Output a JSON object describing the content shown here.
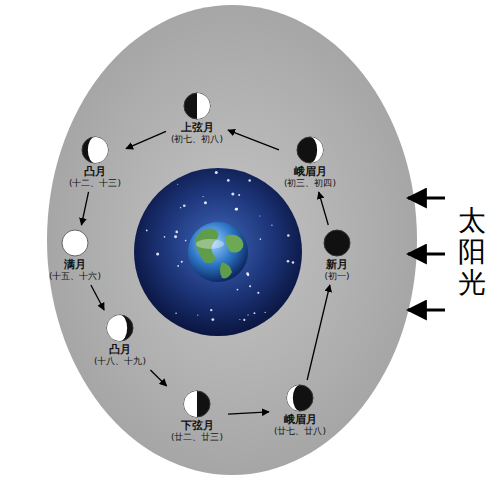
{
  "diagram": {
    "nodes": [
      {
        "text": [
          "新月",
          "(初一)"
        ]
      },
      {
        "text": [
          "峨眉月",
          "(初三、初四)"
        ]
      },
      {
        "text": [
          "上弦月",
          "(初七、初八)"
        ]
      },
      {
        "text": [
          "凸月",
          "(十二、十三)"
        ]
      },
      {
        "text": [
          "满月",
          "(十五、十六)"
        ]
      },
      {
        "text": [
          "凸月",
          "(十八、十九)"
        ]
      },
      {
        "text": [
          "下弦月",
          "(廿二、廿三)"
        ]
      },
      {
        "text": [
          "峨眉月",
          "(廿七、廿八)"
        ]
      }
    ],
    "edges": [
      {
        "from": 0,
        "to": 1,
        "arrow": "to"
      },
      {
        "from": 1,
        "to": 2,
        "arrow": "to"
      },
      {
        "from": 2,
        "to": 3,
        "arrow": "to"
      },
      {
        "from": 3,
        "to": 4,
        "arrow": "to"
      },
      {
        "from": 4,
        "to": 5,
        "arrow": "to"
      },
      {
        "from": 5,
        "to": 6,
        "arrow": "to"
      },
      {
        "from": 6,
        "to": 7,
        "arrow": "to"
      },
      {
        "from": 7,
        "to": 0,
        "arrow": "to"
      }
    ],
    "labels": [
      "太阳光"
    ]
  }
}
